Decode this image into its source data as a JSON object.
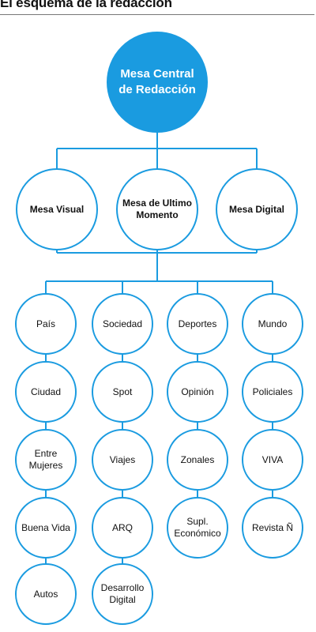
{
  "title": "El esquema de la redacción",
  "colors": {
    "accent": "#1a9be0",
    "line": "#1a9be0",
    "fill": "#ffffff",
    "top_text": "#ffffff",
    "text": "#111111"
  },
  "top": {
    "label": "Mesa Central\nde Redacción"
  },
  "mid": [
    {
      "label": "Mesa Visual"
    },
    {
      "label": "Mesa de Ultimo\nMomento"
    },
    {
      "label": "Mesa Digital"
    }
  ],
  "columns": [
    {
      "items": [
        "País",
        "Ciudad",
        "Entre\nMujeres",
        "Buena Vida",
        "Autos"
      ]
    },
    {
      "items": [
        "Sociedad",
        "Spot",
        "Viajes",
        "ARQ",
        "Desarrollo\nDigital"
      ]
    },
    {
      "items": [
        "Deportes",
        "Opinión",
        "Zonales",
        "Supl.\nEconómico"
      ]
    },
    {
      "items": [
        "Mundo",
        "Policiales",
        "VIVA",
        "Revista Ñ"
      ]
    }
  ]
}
